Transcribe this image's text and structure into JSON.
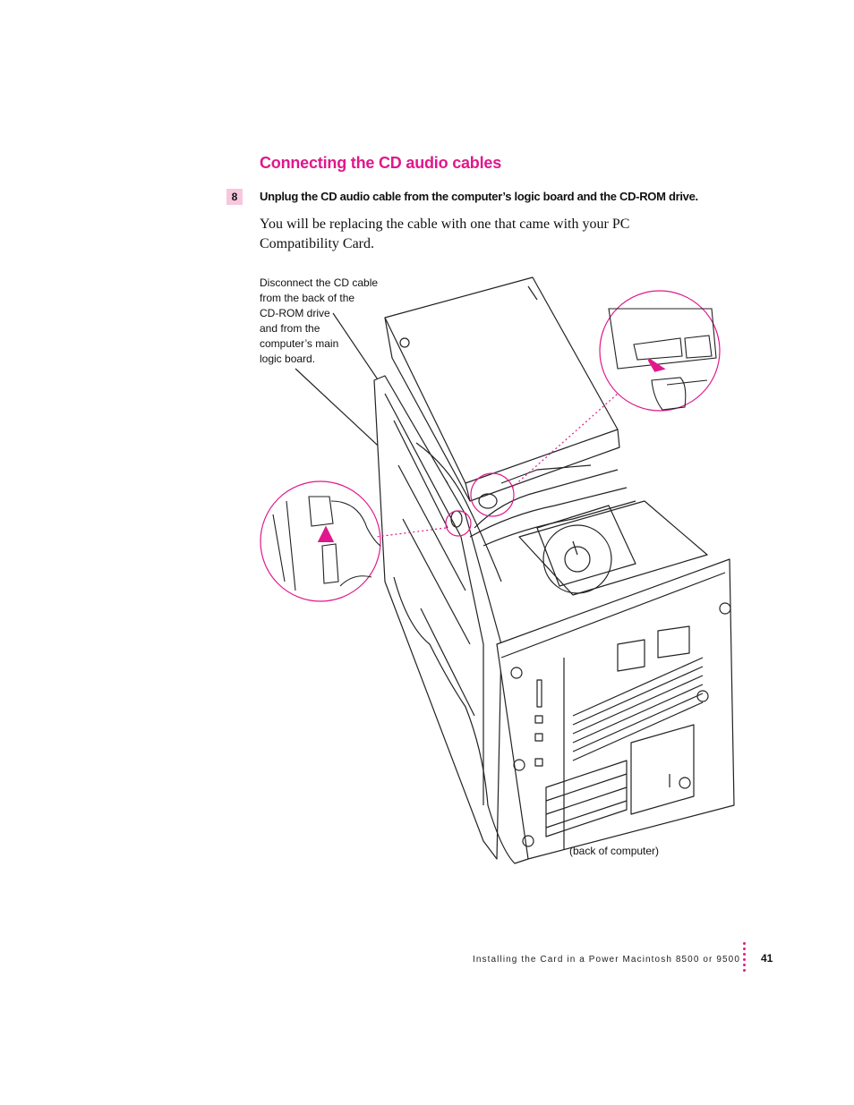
{
  "section": {
    "title": "Connecting the CD audio cables"
  },
  "step": {
    "number": "8",
    "instruction": "Unplug the CD audio cable from the computer’s logic board and the CD-ROM drive."
  },
  "body": {
    "paragraph": "You will be replacing the cable with one that came with your PC Compatibility Card."
  },
  "illustration": {
    "callout_lines": [
      "Disconnect the CD cable",
      "from the back of the",
      "CD-ROM drive",
      "and from the",
      "computer’s main",
      "logic board."
    ],
    "caption": "(back of computer)",
    "accent_color": "#e0188c"
  },
  "footer": {
    "running_title": "Installing the Card in a Power Macintosh 8500 or 9500",
    "page_number": "41"
  }
}
